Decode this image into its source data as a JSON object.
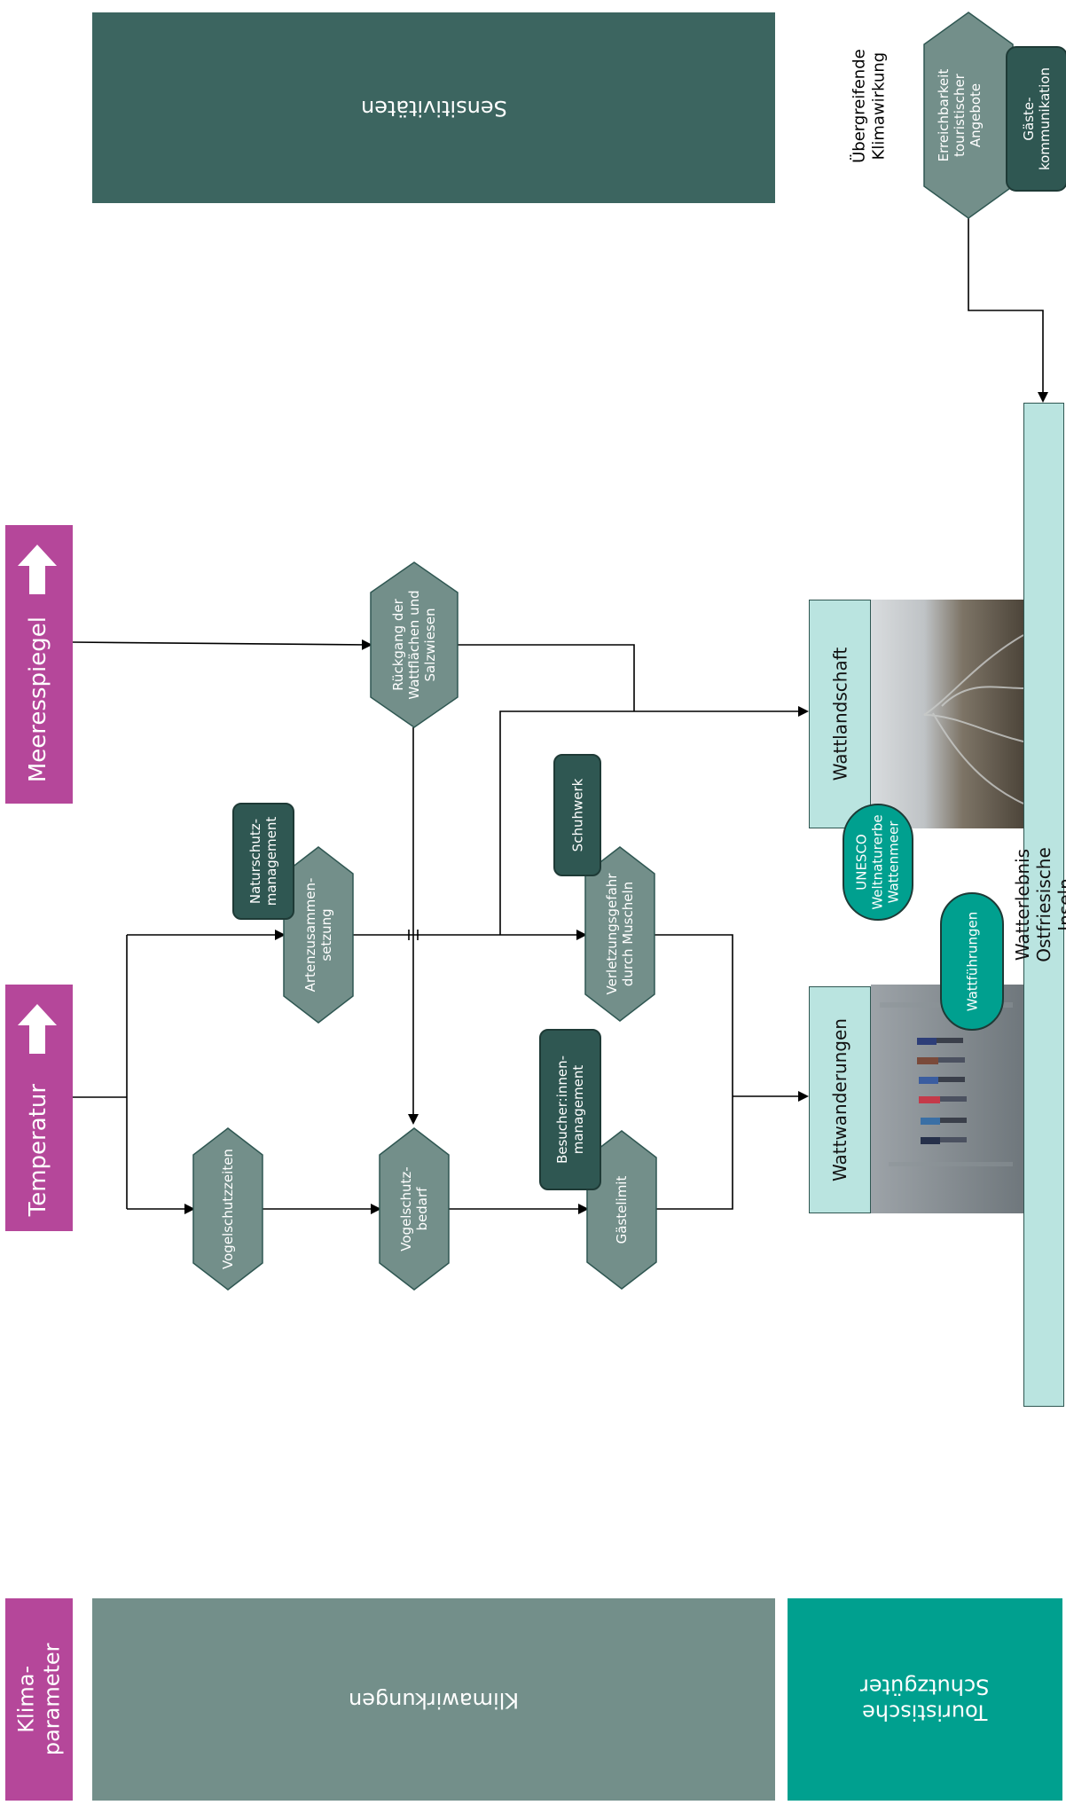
{
  "sections": {
    "sensitivities": "Sensitivitäten",
    "climate_parameters": "Klima-\nparameter",
    "climate_impacts": "Klimawirkungen",
    "tourist_assets": "Touristische\nSchutzgüter",
    "overarching": "Übergreifende\nKlimawirkung"
  },
  "parameters": {
    "temperature": "Temperatur",
    "sea_level": "Meeresspiegel"
  },
  "impacts": {
    "bird_protection_times": "Vogelschutzzeiten",
    "bird_protection_need": "Vogelschutz-\nbedarf",
    "guest_limit": "Gästelimit",
    "species_composition": "Artenzusammen-\nsetzung",
    "injury_risk": "Verletzungsgefahr\ndurch Muscheln",
    "decline": "Rückgang der\nWattflächen und\nSalzwiesen",
    "accessibility": "Erreichbarkeit\ntouristischer\nAngebote"
  },
  "measures": {
    "conservation_mgmt": "Naturschutz-\nmanagement",
    "footwear": "Schuhwerk",
    "visitor_mgmt": "Besucher:innen-\nmanagement",
    "guest_communication": "Gäste-\nkommunikation"
  },
  "assets": {
    "wattwanderungen": "Wattwanderungen",
    "wattlandschaft": "Wattlandschaft",
    "unesco": "UNESCO\nWeltnaturerbe\nWattenmeer",
    "wattfuehrungen": "Wattführungen",
    "experience": "Watterlebnis Ostfriesische Inseln"
  },
  "colors": {
    "teal": "#3c6560",
    "grey": "#738f8a",
    "green": "#00a08f",
    "magenta": "#b5479a",
    "light": "#bae4e0"
  }
}
